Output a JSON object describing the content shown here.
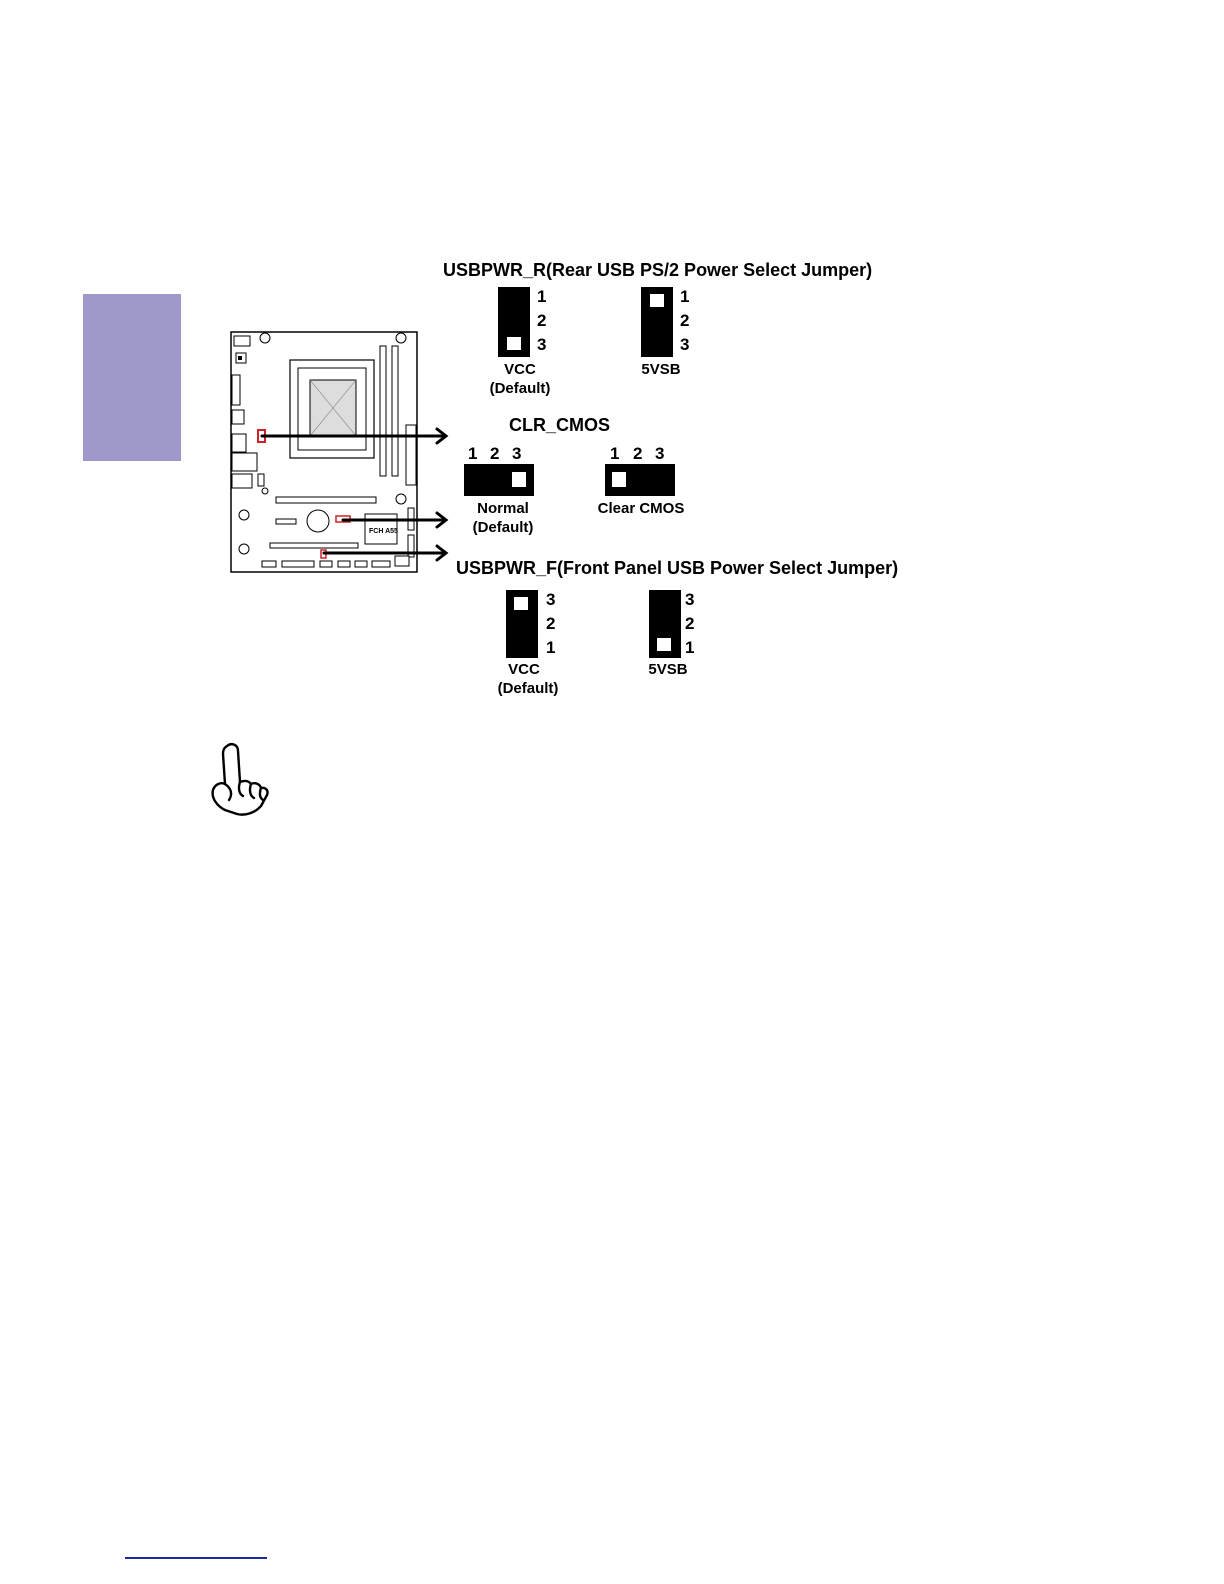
{
  "colors": {
    "side_tab": "#9f98ca",
    "footer_rule": "#1a2a9c",
    "highlight": "#d0202a"
  },
  "board": {
    "chip_label": "FCH A55"
  },
  "usbpwr_r": {
    "title": "USBPWR_R(Rear USB PS/2 Power Select Jumper)",
    "pins": [
      "1",
      "2",
      "3"
    ],
    "options": [
      {
        "caption": "VCC",
        "sub": "(Default)"
      },
      {
        "caption": "5VSB",
        "sub": ""
      }
    ]
  },
  "clr_cmos": {
    "title": "CLR_CMOS",
    "pins": [
      "1",
      "2",
      "3"
    ],
    "options": [
      {
        "caption": "Normal",
        "sub": "(Default)"
      },
      {
        "caption": "Clear CMOS",
        "sub": ""
      }
    ]
  },
  "usbpwr_f": {
    "title": "USBPWR_F(Front Panel USB Power Select Jumper)",
    "pins": [
      "3",
      "2",
      "1"
    ],
    "options": [
      {
        "caption": "VCC",
        "sub": "(Default)"
      },
      {
        "caption": "5VSB",
        "sub": ""
      }
    ]
  },
  "note_icon": "pointing-hand-icon"
}
